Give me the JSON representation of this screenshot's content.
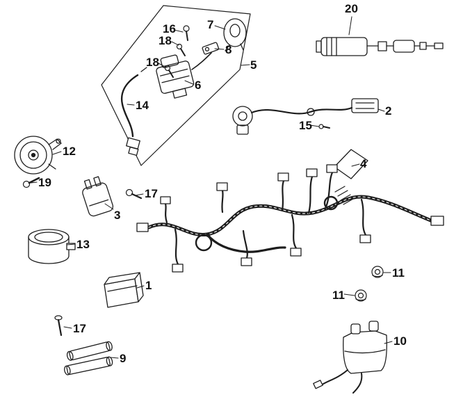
{
  "diagram": {
    "type": "exploded-parts-diagram",
    "subject": "wire-harness-electrical-parts",
    "colors": {
      "background": "#ffffff",
      "line": "#1d1d1d",
      "label": "#111111"
    },
    "callouts": [
      {
        "label": "20",
        "target": "ignition-coil-assembly"
      },
      {
        "label": "16",
        "target": "screw"
      },
      {
        "label": "7",
        "target": "mount-bracket"
      },
      {
        "label": "18",
        "target": "screw"
      },
      {
        "label": "8",
        "target": "switch-joint"
      },
      {
        "label": "5",
        "target": "bracket-panel"
      },
      {
        "label": "18",
        "target": "screw"
      },
      {
        "label": "6",
        "target": "ignition-switch"
      },
      {
        "label": "14",
        "target": "lead-wire"
      },
      {
        "label": "2",
        "target": "cable-assembly"
      },
      {
        "label": "15",
        "target": "screw"
      },
      {
        "label": "12",
        "target": "horn"
      },
      {
        "label": "4",
        "target": "cover"
      },
      {
        "label": "19",
        "target": "bolt"
      },
      {
        "label": "17",
        "target": "screw"
      },
      {
        "label": "3",
        "target": "relay"
      },
      {
        "label": "13",
        "target": "round-unit"
      },
      {
        "label": "1",
        "target": "control-unit"
      },
      {
        "label": "11",
        "target": "nut"
      },
      {
        "label": "11",
        "target": "nut"
      },
      {
        "label": "17",
        "target": "screw"
      },
      {
        "label": "10",
        "target": "ignition-coil"
      },
      {
        "label": "9",
        "target": "plate"
      }
    ]
  }
}
